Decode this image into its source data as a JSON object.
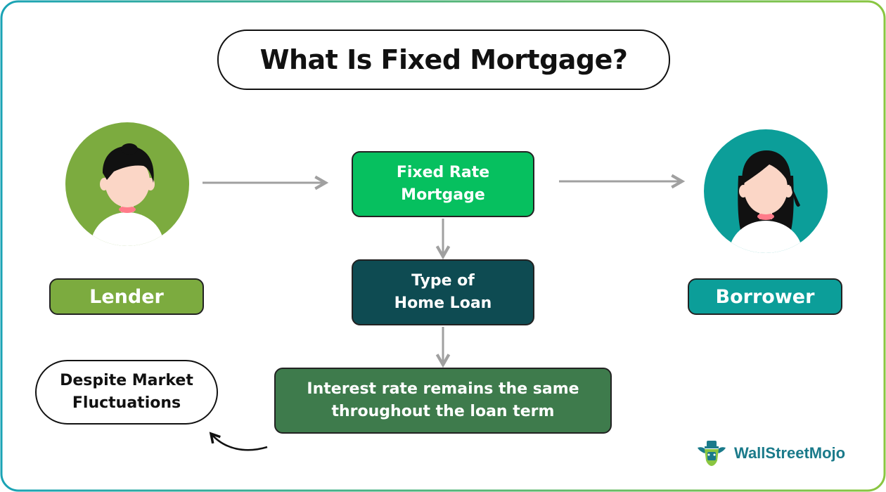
{
  "title": "What Is Fixed Mortgage?",
  "nodes": {
    "fixed_rate": "Fixed Rate\nMortgage",
    "home_loan": "Type of\nHome Loan",
    "interest": "Interest rate remains the same\nthroughout the loan term",
    "note": "Despite Market\nFluctuations"
  },
  "labels": {
    "lender": "Lender",
    "borrower": "Borrower"
  },
  "brand": {
    "name": "WallStreetMojo"
  },
  "colors": {
    "fixed_rate": "#06c05f",
    "home_loan": "#0e4b52",
    "interest": "#3e7b4c",
    "lender": "#7cab3f",
    "borrower": "#0c9e99",
    "arrow": "#a0a0a0"
  }
}
